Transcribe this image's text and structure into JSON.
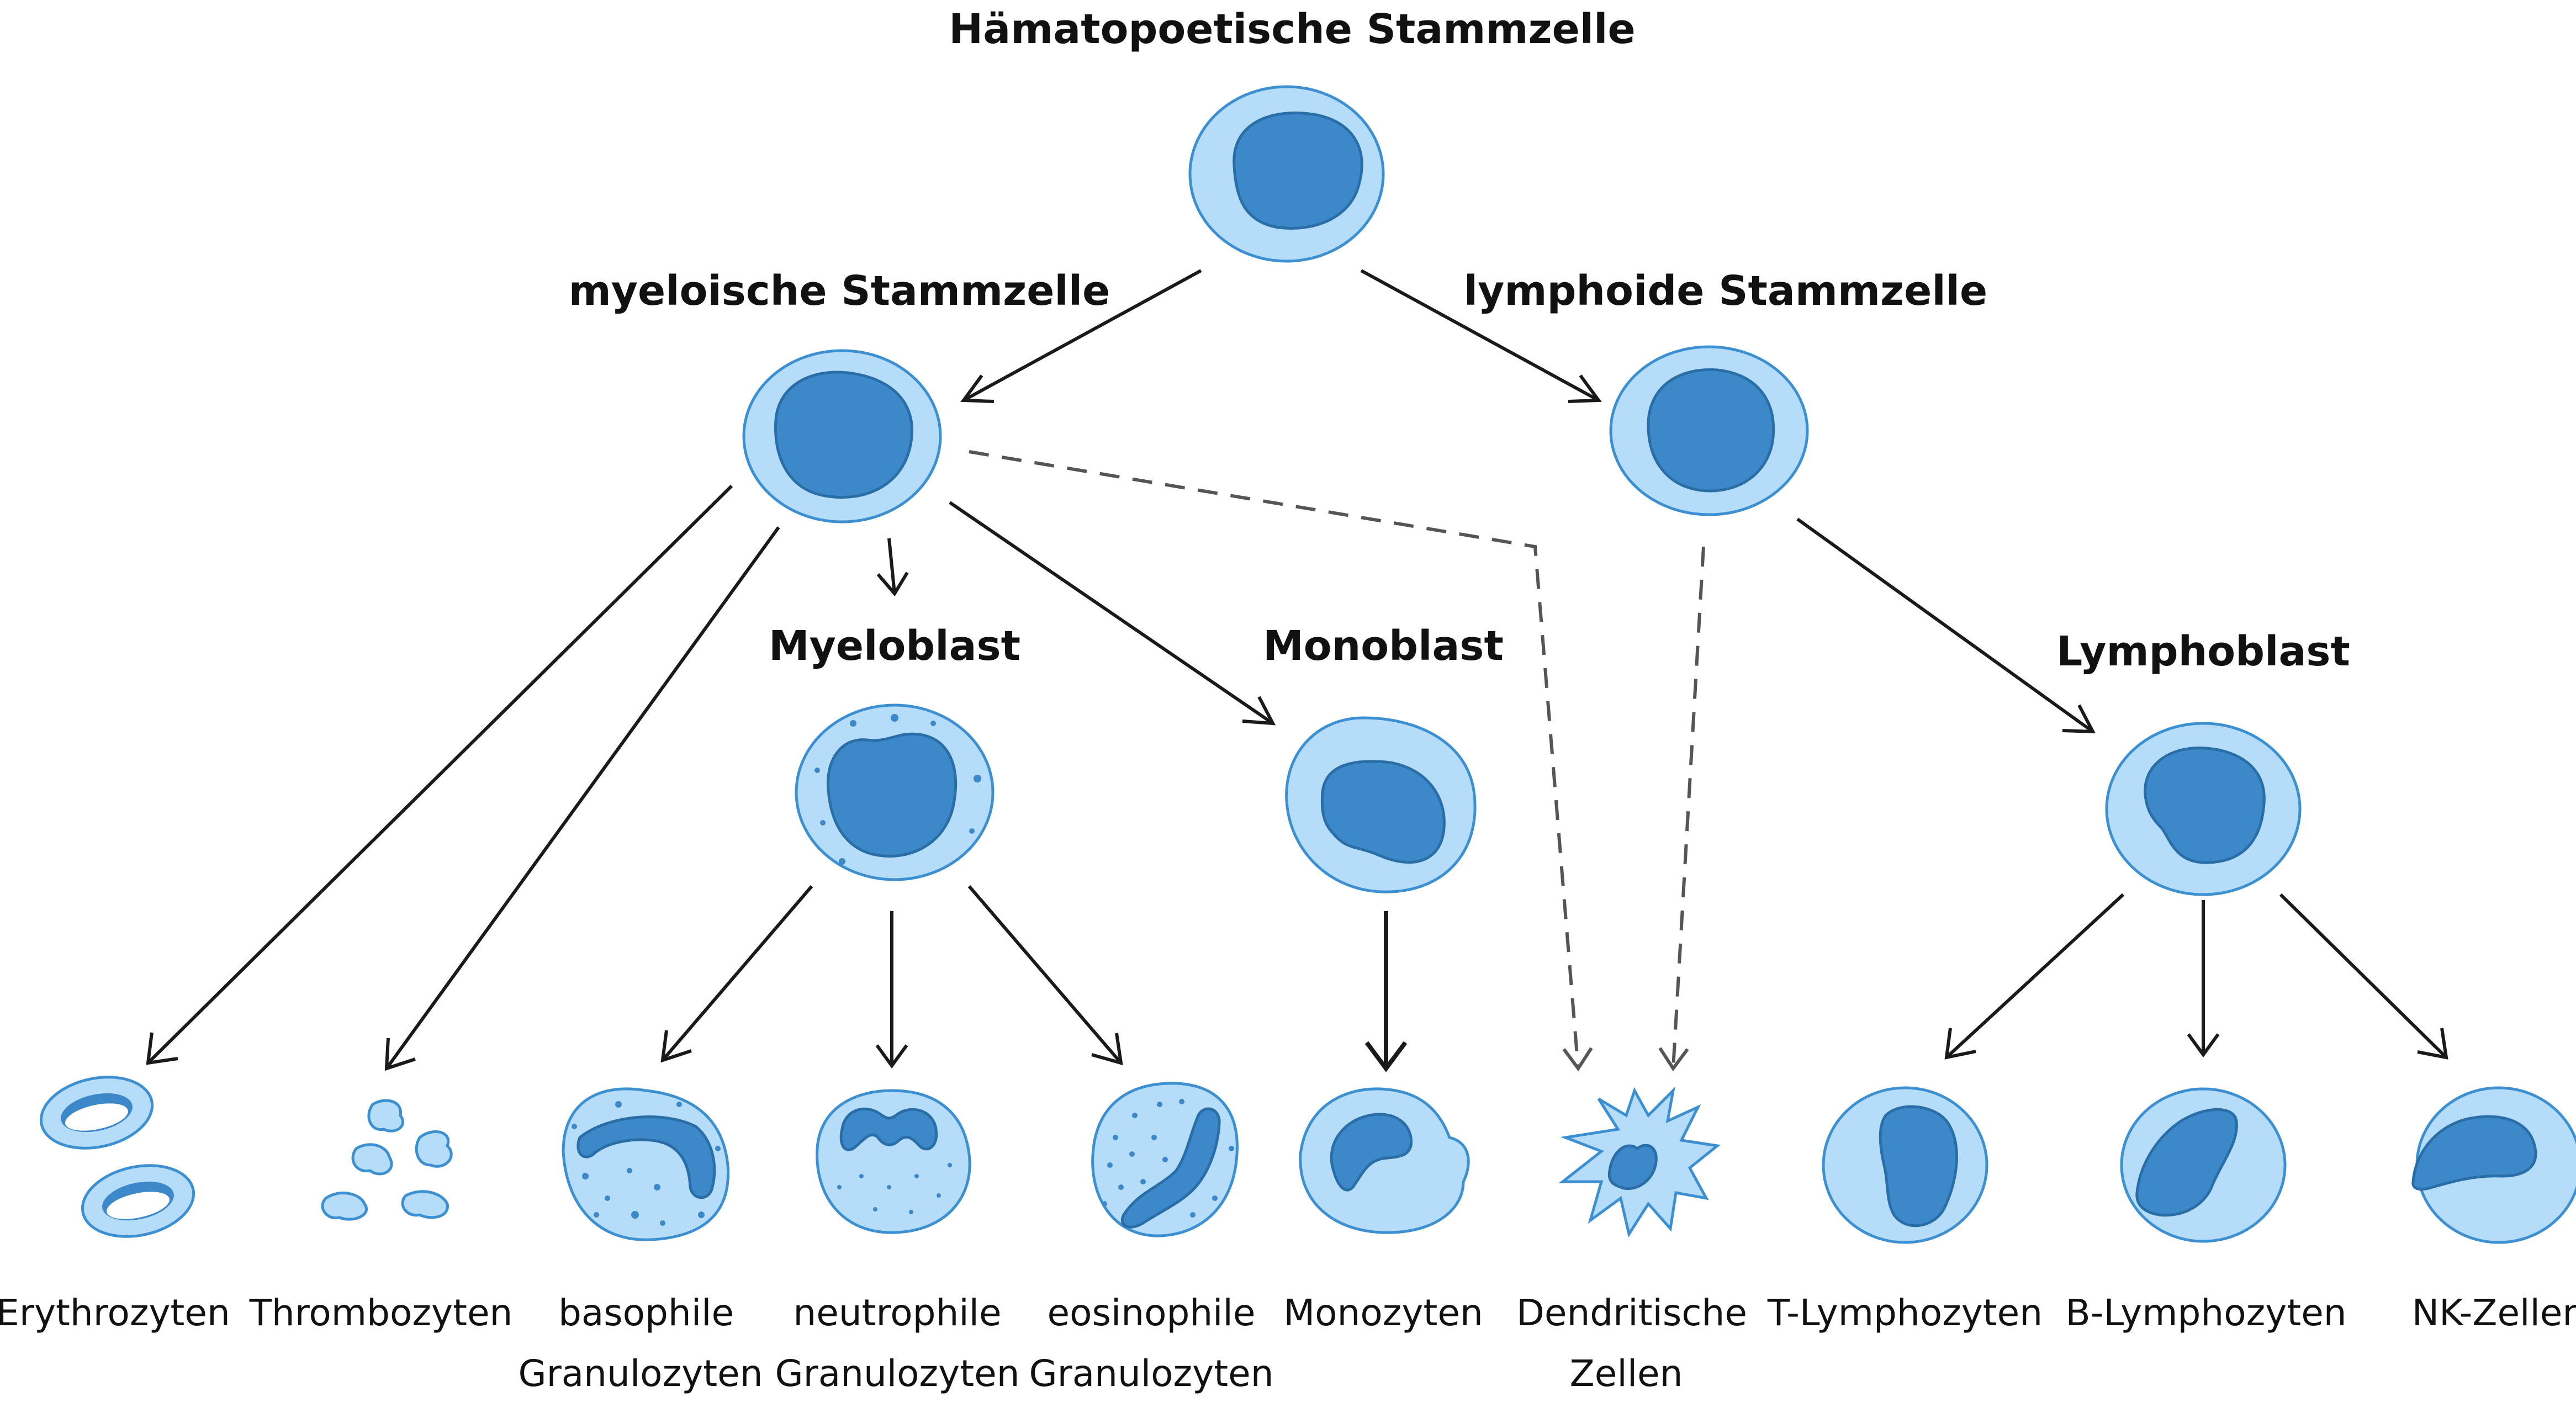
{
  "colors": {
    "cytoplasm": "#b5dcf8",
    "cell_border": "#3c8fd0",
    "nucleus": "#3d88c9",
    "arrow": "#1a1a1a",
    "dashed_arrow": "#555555"
  },
  "nodes": {
    "hsc": "Hämatopoetische Stammzelle",
    "myeloid": "myeloische Stammzelle",
    "lymphoid": "lymphoide Stammzelle",
    "myeloblast": "Myeloblast",
    "monoblast": "Monoblast",
    "lymphoblast": "Lymphoblast"
  },
  "leaves": {
    "erythrocytes": "Erythrozyten",
    "thrombocytes": "Thrombozyten",
    "basophil_1": "basophile",
    "basophil_2": "Granulozyten",
    "neutrophil_1": "neutrophile",
    "neutrophil_2": "Granulozyten",
    "eosinophil_1": "eosinophile",
    "eosinophil_2": "Granulozyten",
    "monocytes": "Monozyten",
    "dendritic_1": "Dendritische",
    "dendritic_2": "Zellen",
    "t_lymph": "T-Lymphozyten",
    "b_lymph": "B-Lymphozyten",
    "nk": "NK-Zellen"
  }
}
